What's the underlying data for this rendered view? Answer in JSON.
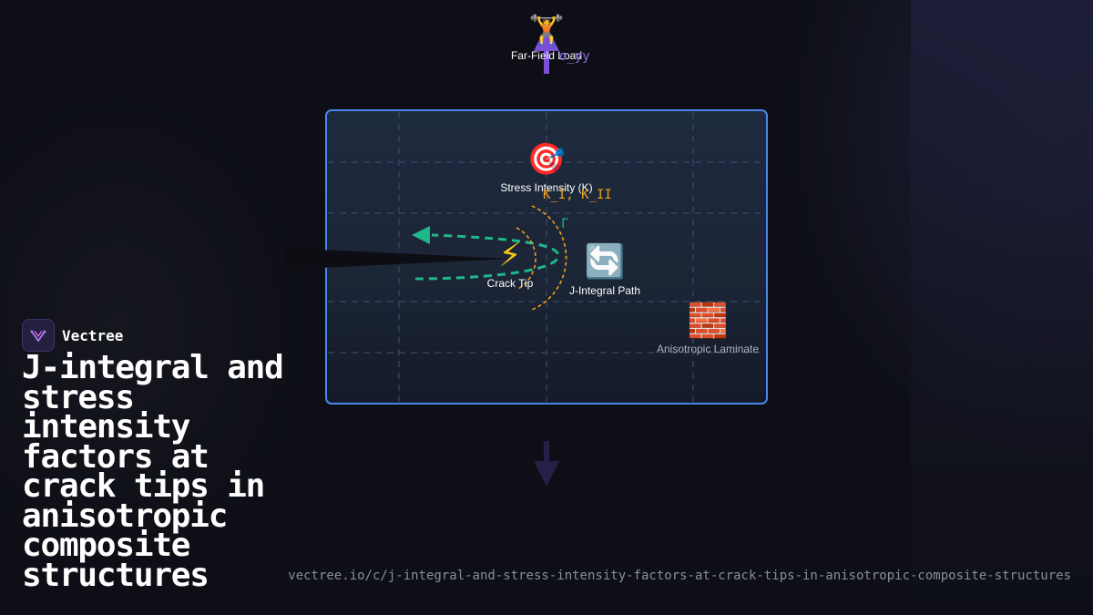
{
  "brand": {
    "name": "Vectree"
  },
  "title": "J-integral and stress intensity factors at crack tips in anisotropic composite structures",
  "url": "vectree.io/c/j-integral-and-stress-intensity-factors-at-crack-tips-in-anisotropic-composite-structures",
  "diagram": {
    "load": {
      "icon": "weightlifter-icon",
      "glyph": "🏋️",
      "label": "Far-Field Load",
      "annotation": "σ_yy"
    },
    "stress_intensity": {
      "icon": "target-icon",
      "glyph": "🎯",
      "label": "Stress Intensity (K)",
      "annotation": "K_I, K_II"
    },
    "crack_tip": {
      "icon": "lightning-icon",
      "glyph": "⚡",
      "label": "Crack Tip"
    },
    "j_integral": {
      "icon": "cycle-arrows-icon",
      "glyph": "🔄",
      "label": "J-Integral Path",
      "annotation": "Γ"
    },
    "laminate": {
      "icon": "brick-icon",
      "glyph": "🧱",
      "label": "Anisotropic Laminate"
    }
  },
  "colors": {
    "background": "#0e0f16",
    "panel_border": "#4a86e8",
    "panel_fill": "#1c2638",
    "load_arrow": "#7b4fd6",
    "path_green": "#1fb88a",
    "arc_orange": "#f0a020",
    "annotation_orange": "#f0a020"
  }
}
